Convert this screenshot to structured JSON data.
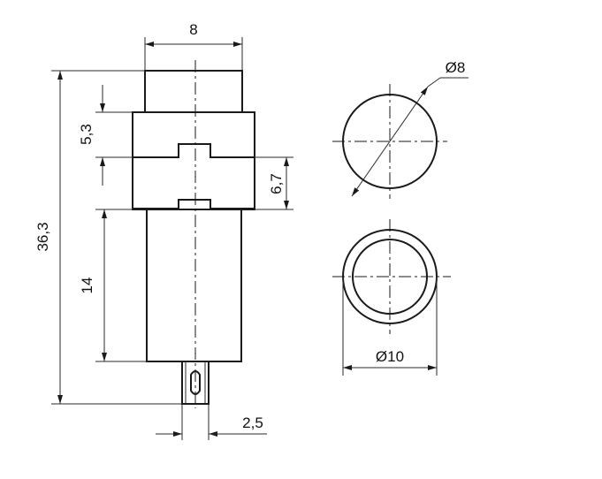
{
  "dimensions": {
    "top_width": "8",
    "cap_height": "5,3",
    "total_height": "36,3",
    "body_height": "14",
    "collar_height": "6,7",
    "pin_width": "2,5",
    "cap_diameter": "Ø8",
    "base_diameter": "Ø10"
  },
  "colors": {
    "line": "#1a1a1a",
    "background": "#ffffff"
  }
}
